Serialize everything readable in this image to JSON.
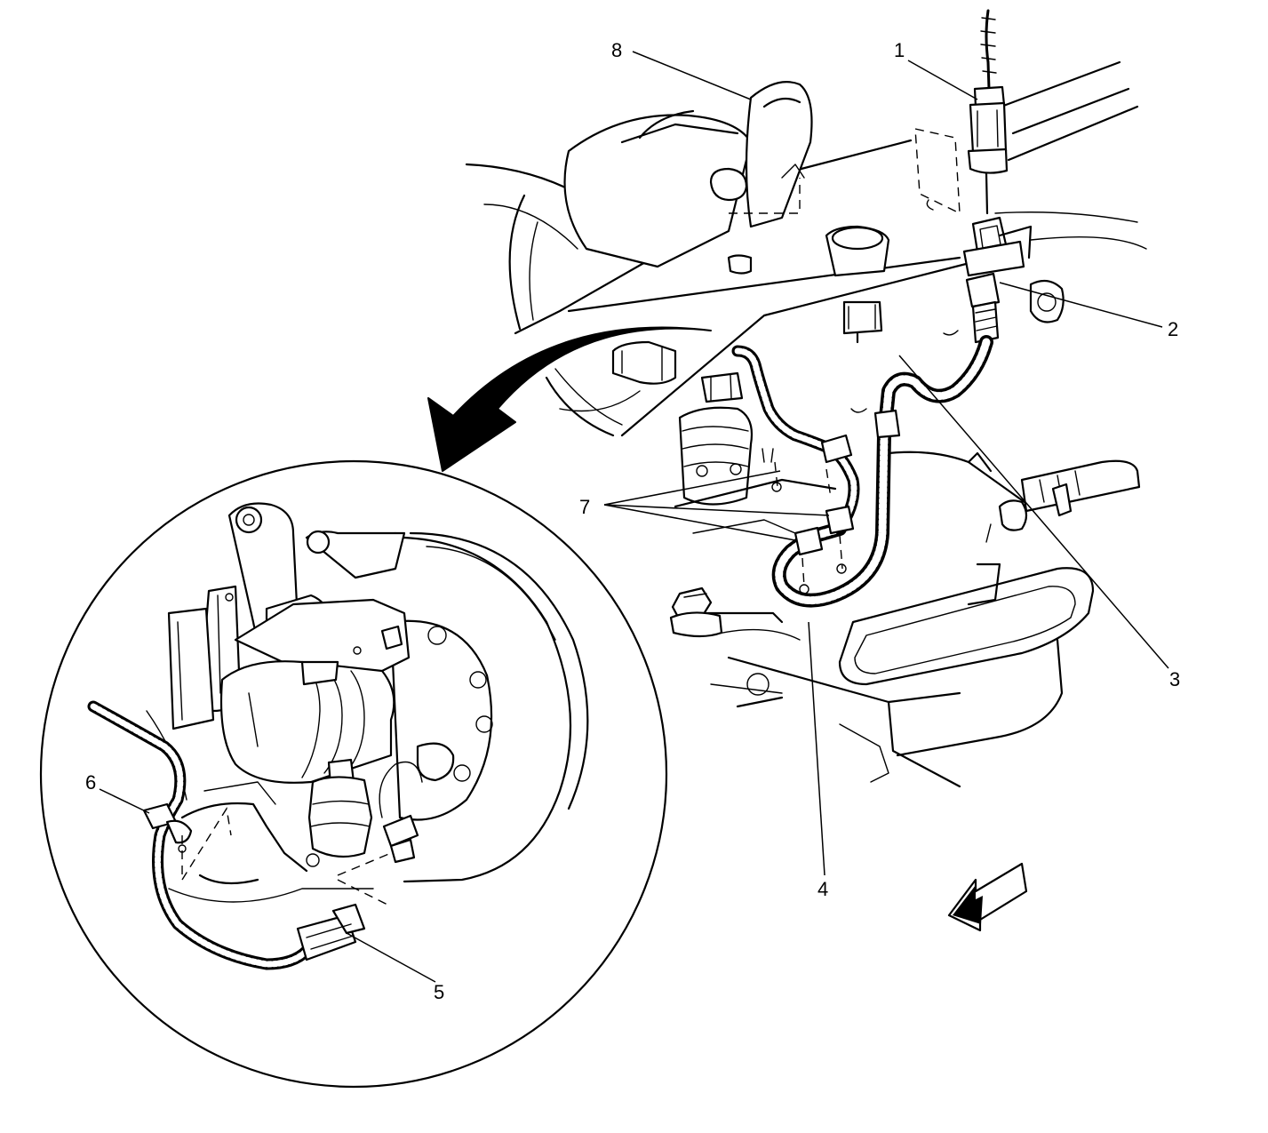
{
  "callouts": [
    {
      "id": "1",
      "text": "1"
    },
    {
      "id": "2",
      "text": "2"
    },
    {
      "id": "3",
      "text": "3"
    },
    {
      "id": "4",
      "text": "4"
    },
    {
      "id": "5",
      "text": "5"
    },
    {
      "id": "6",
      "text": "6"
    },
    {
      "id": "7",
      "text": "7"
    },
    {
      "id": "8",
      "text": "8"
    }
  ],
  "icons": {
    "detail_arrow": "curved-arrow-icon",
    "direction_arrow": "front-direction-arrow-icon"
  }
}
